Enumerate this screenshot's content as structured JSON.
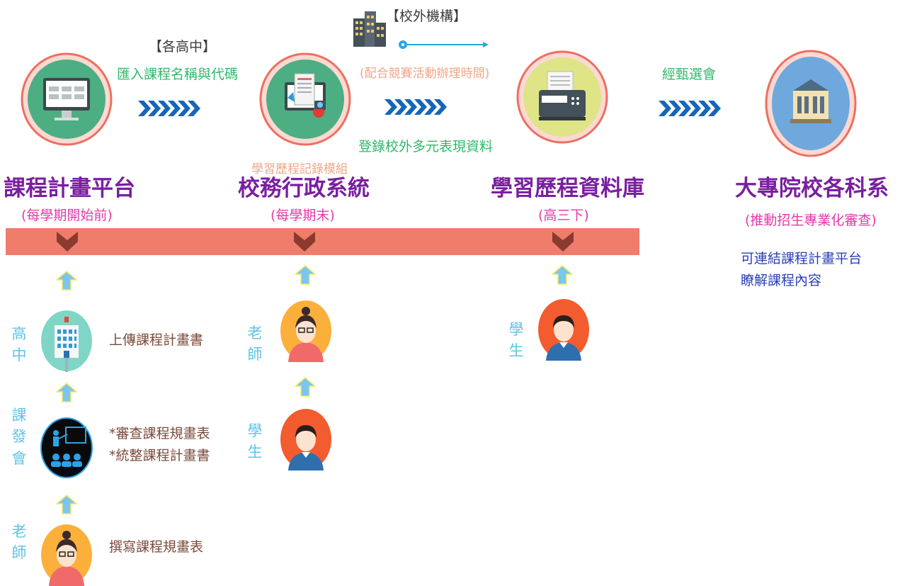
{
  "stages": [
    {
      "title": "課程計畫平台",
      "period": "(每學期開始前)"
    },
    {
      "title": "校務行政系統",
      "period": "(每學期末)"
    },
    {
      "title": "學習歷程資料庫",
      "period": "(高三下)"
    },
    {
      "title": "大專院校各科系",
      "period": "(推動招生專業化審查)"
    }
  ],
  "flow1": {
    "bracket": "【各高中】",
    "label": "匯入課程名稱與代碼"
  },
  "flow2": {
    "bracket": "【校外機構】",
    "label": "(配合競賽活動辦理時間)",
    "below": "登錄校外多元表現資料"
  },
  "flow3": {
    "label": "經甄選會"
  },
  "module_label": "學習歷程記錄模組",
  "university_note": [
    "可連結課程計畫平台",
    "瞭解課程內容"
  ],
  "left_column": [
    {
      "role": "高中",
      "action": "上傳課程計畫書"
    },
    {
      "role": "課發會",
      "action_lines": [
        "*審查課程規畫表",
        "*統整課程計畫書"
      ]
    },
    {
      "role": "老師",
      "action": "撰寫課程規畫表"
    }
  ],
  "middle_column": [
    {
      "role": "老師"
    },
    {
      "role": "學生"
    }
  ],
  "right_column": [
    {
      "role": "學生"
    }
  ],
  "colors": {
    "title": "#7a1fa0",
    "period": "#e43aa8",
    "band": "#f07c6c",
    "chevron": "#1566b9",
    "arrow": "#7ac6ee",
    "role": "#62c2e7"
  }
}
